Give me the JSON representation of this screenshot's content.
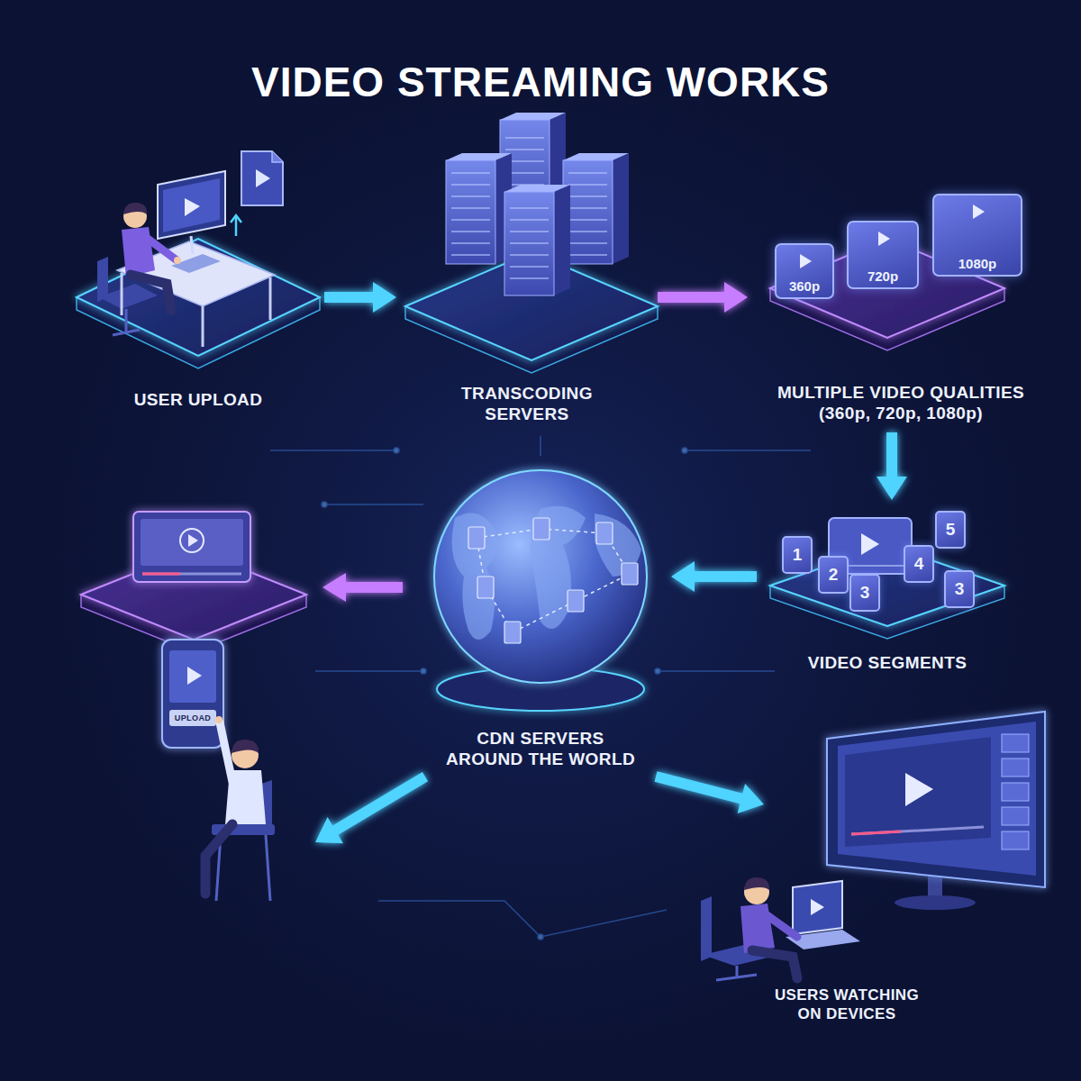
{
  "diagram": {
    "title": "VIDEO STREAMING WORKS",
    "nodes": [
      {
        "text": [
          "USER UPLOAD"
        ]
      },
      {
        "text": [
          "TRANSCODING SERVERS"
        ]
      },
      {
        "text": [
          "MULTIPLE VIDEO QUALITIES (360p, 720p, 1080p)"
        ]
      },
      {
        "text": [
          "360p"
        ],
        "in": 2
      },
      {
        "text": [
          "720p"
        ],
        "in": 2
      },
      {
        "text": [
          "1080p"
        ],
        "in": 2
      },
      {
        "text": [
          "VIDEO SEGMENTS"
        ]
      },
      {
        "text": [
          "1"
        ],
        "in": 6
      },
      {
        "text": [
          "2"
        ],
        "in": 6
      },
      {
        "text": [
          "3"
        ],
        "in": 6
      },
      {
        "text": [
          "4"
        ],
        "in": 6
      },
      {
        "text": [
          "5"
        ],
        "in": 6
      },
      {
        "text": [
          "3"
        ],
        "in": 6
      },
      {
        "text": [
          "CDN SERVERS AROUND THE WORLD"
        ]
      }
    ],
    "edges": [
      {
        "from": 0,
        "to": 1,
        "arrow": "to"
      },
      {
        "from": 1,
        "to": 2,
        "arrow": "to"
      },
      {
        "from": 2,
        "to": 6,
        "arrow": "to"
      },
      {
        "from": 6,
        "to": 13,
        "arrow": "to"
      }
    ],
    "labels": [
      "UPLOAD",
      "USERS WATCHING ON DEVICES"
    ]
  }
}
